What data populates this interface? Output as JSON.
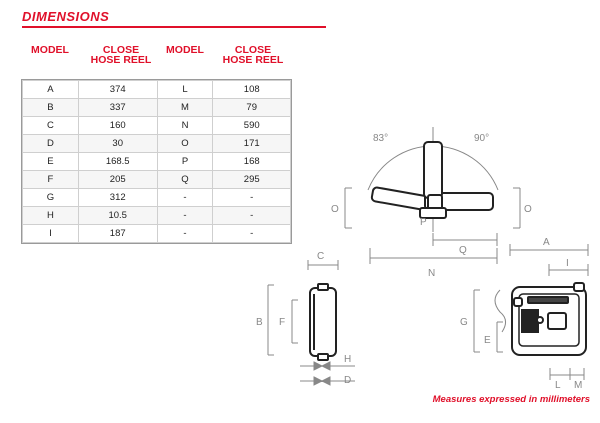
{
  "title": "DIMENSIONS",
  "headers": {
    "model_1": "MODEL",
    "close_1_a": "CLOSE",
    "close_1_b": "HOSE REEL",
    "model_2": "MODEL",
    "close_2_a": "CLOSE",
    "close_2_b": "HOSE REEL"
  },
  "rows": [
    [
      "A",
      "374",
      "L",
      "108"
    ],
    [
      "B",
      "337",
      "M",
      "79"
    ],
    [
      "C",
      "160",
      "N",
      "590"
    ],
    [
      "D",
      "30",
      "O",
      "171"
    ],
    [
      "E",
      "168.5",
      "P",
      "168"
    ],
    [
      "F",
      "205",
      "Q",
      "295"
    ],
    [
      "G",
      "312",
      "-",
      "-"
    ],
    [
      "H",
      "10.5",
      "-",
      "-"
    ],
    [
      "I",
      "187",
      "-",
      "-"
    ]
  ],
  "drawing_labels": {
    "angle_left": "83°",
    "angle_right": "90°",
    "O": "O",
    "P": "P",
    "Q": "Q",
    "N": "N",
    "C": "C",
    "B": "B",
    "F": "F",
    "H": "H",
    "D": "D",
    "A": "A",
    "I": "I",
    "G": "G",
    "E": "E",
    "L": "L",
    "M": "M"
  },
  "note": "Measures expressed in millimeters",
  "colors": {
    "accent": "#e0102a",
    "line": "#888888",
    "device": "#222222"
  }
}
